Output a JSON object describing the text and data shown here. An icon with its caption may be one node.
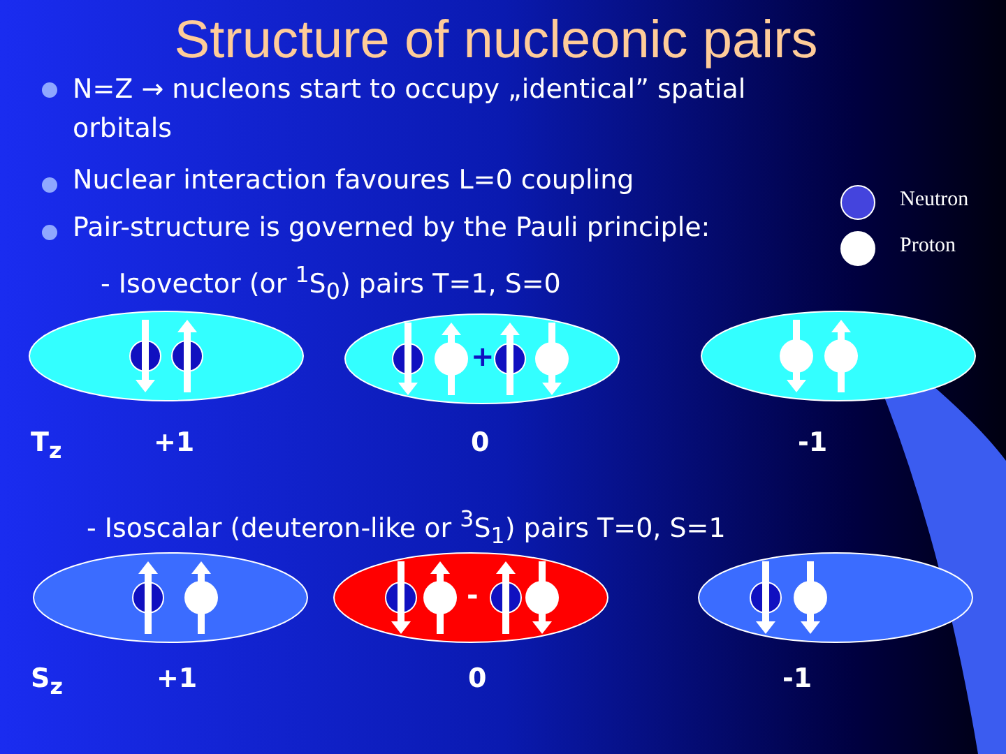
{
  "diagram": {
    "title": "Structure of nucleonic pairs",
    "nodes": [
      {
        "text": [],
        "shape": "ellipse"
      },
      {
        "text": [
          "+"
        ]
      },
      {
        "text": [],
        "shape": "ellipse"
      },
      {
        "text": [],
        "shape": "ellipse"
      },
      {
        "text": [
          "-"
        ]
      },
      {
        "text": [],
        "shape": "ellipse"
      }
    ],
    "edges": [],
    "labels": [
      "N=Z → nucleons start to occupy „identical” spatial orbitals",
      "Nuclear interaction favoures L=0 coupling",
      "Pair-structure is governed by the Pauli principle:",
      "- Isovector (or $^{1}$S$_{0}$) pairs T=1, S=0",
      "T$_{z}$",
      "+1",
      "0",
      "-1",
      "- Isoscalar (deuteron-like or $^{3}$S$_{1}$) pairs T=0, S=1",
      "S$_{z}$",
      "+1",
      "0",
      "-1"
    ],
    "legend": [
      {
        "text": "Neutron",
        "color": "#4444dd"
      },
      {
        "text": "Proton",
        "color": "#ffffff"
      }
    ]
  }
}
